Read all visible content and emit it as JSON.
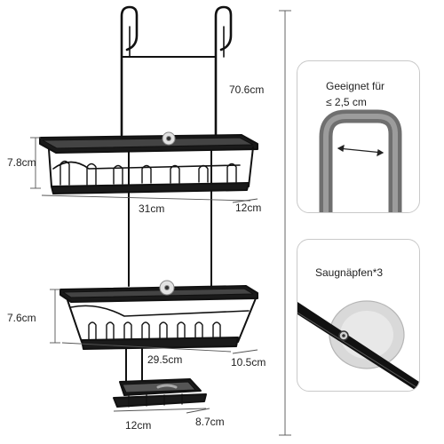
{
  "product": {
    "height_label": "70.6cm",
    "top_basket": {
      "height_label": "7.8cm",
      "width_label": "31cm",
      "depth_label": "12cm"
    },
    "middle_basket": {
      "height_label": "7.6cm",
      "width_label": "29.5cm",
      "depth_label": "10.5cm"
    },
    "soap_dish": {
      "width_label": "12cm",
      "depth_label": "8.7cm"
    }
  },
  "callouts": {
    "door_fit": {
      "line1": "Geeignet für",
      "line2": "≤ 2,5 cm"
    },
    "suction": {
      "title": "Saugnäpfen*3"
    }
  },
  "colors": {
    "frame": "#111111",
    "dimension_line": "#555555",
    "panel_border": "#c9c9c9",
    "hook_metal": "#7a7a7a",
    "suction_cup": "#d8d8d8"
  }
}
